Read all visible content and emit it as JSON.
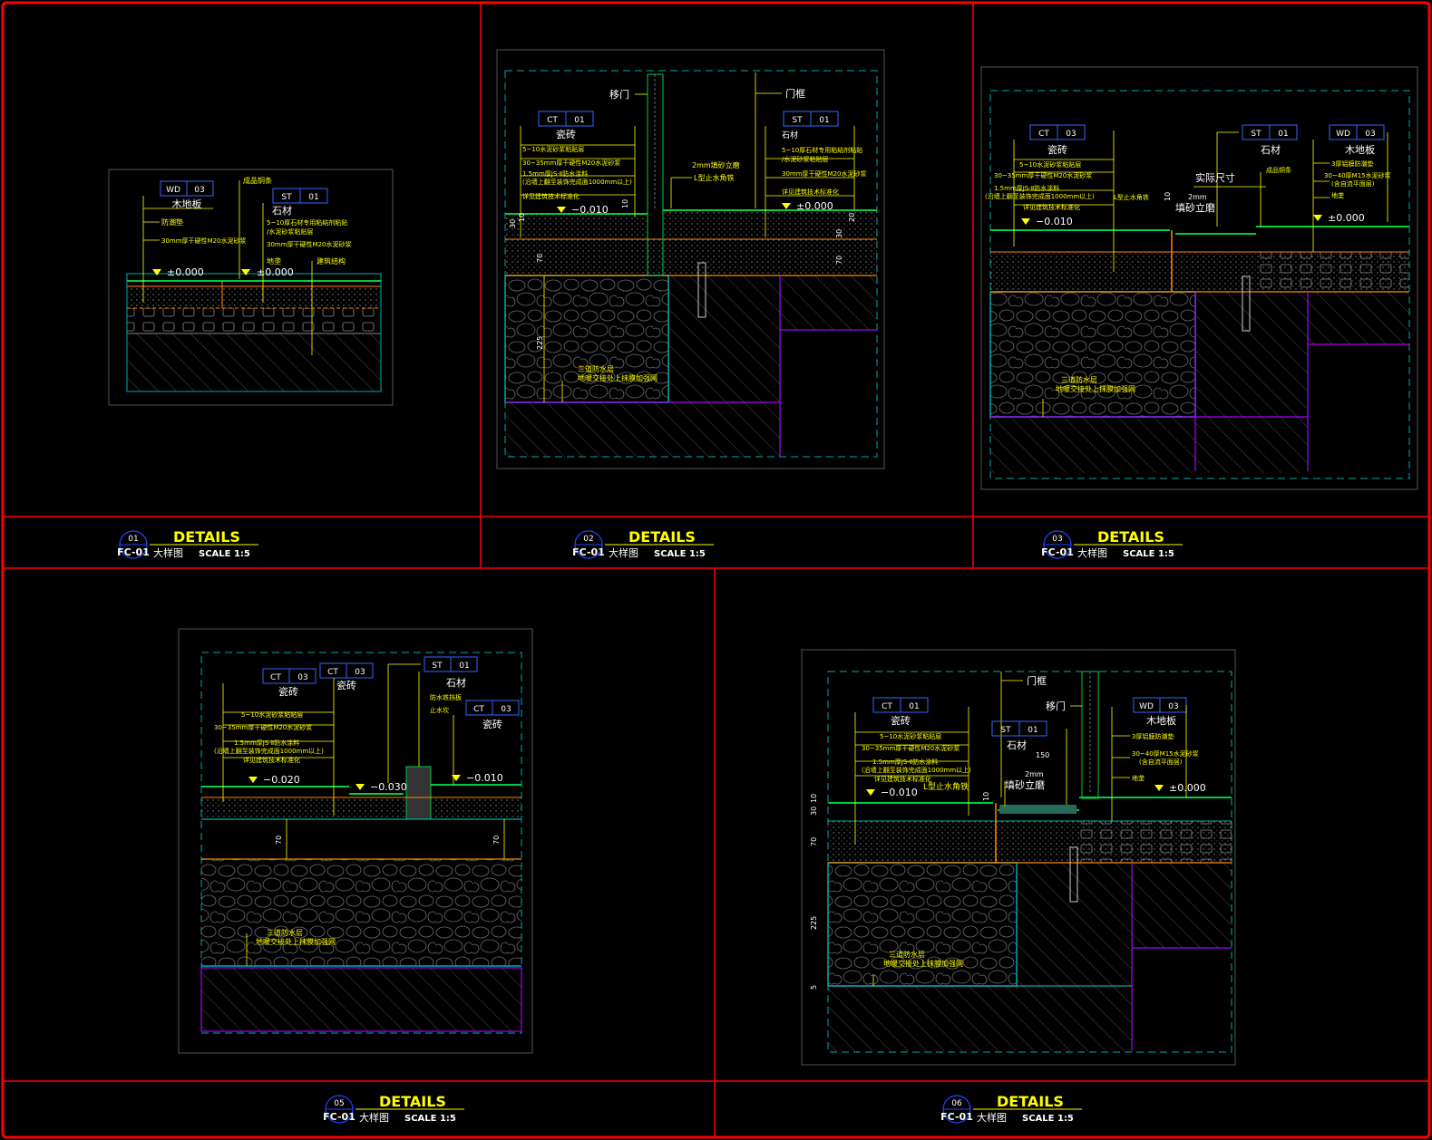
{
  "sheet": {
    "border_color": "#ff0000",
    "background": "#000000"
  },
  "title_blocks": [
    {
      "number": "01",
      "heading": "DETAILS",
      "sheet_ref": "FC-01",
      "subtitle": "大样图",
      "scale": "SCALE  1:5"
    },
    {
      "number": "02",
      "heading": "DETAILS",
      "sheet_ref": "FC-01",
      "subtitle": "大样图",
      "scale": "SCALE  1:5"
    },
    {
      "number": "03",
      "heading": "DETAILS",
      "sheet_ref": "FC-01",
      "subtitle": "大样图",
      "scale": "SCALE  1:5"
    },
    {
      "number": "05",
      "heading": "DETAILS",
      "sheet_ref": "FC-01",
      "subtitle": "大样图",
      "scale": "SCALE  1:5"
    },
    {
      "number": "06",
      "heading": "DETAILS",
      "sheet_ref": "FC-01",
      "subtitle": "大样图",
      "scale": "SCALE  1:5"
    }
  ],
  "details": {
    "d1": {
      "tag_wd": [
        "WD",
        "03"
      ],
      "tag_st": [
        "ST",
        "01"
      ],
      "wood_floor": "木地板",
      "finished_strip": "成品铜条",
      "moisture_pad": "防潮垫",
      "mortar_left": "30mm厚干硬性M20水泥砂浆",
      "stone": "石材",
      "stone_glue": "5~10厚石材专用粘结剂粘贴",
      "stone_glue2": "/水泥砂浆粘贴层",
      "mortar_right": "30mm厚干硬性M20水泥砂浆",
      "keel": "地垄",
      "structure": "建筑结构",
      "level_a": "±0.000",
      "level_b": "±0.000"
    },
    "d2": {
      "sliding_door": "移门",
      "door_frame": "门框",
      "tag_ct": [
        "CT",
        "01"
      ],
      "tag_st": [
        "ST",
        "01"
      ],
      "tile": "瓷砖",
      "tile_l1": "5~10水泥砂浆粘贴层",
      "tile_l2": "30~35mm厚干硬性M20水泥砂浆",
      "tile_l3": "1.5mm厚JS-Ⅱ防水涂料",
      "tile_l4": "(沿墙上翻至装饰完成面1000mm以上)",
      "tile_l5": "详见建筑技术标准化",
      "stone": "石材",
      "stone_l1": "5~10厚石材专用粘结剂粘贴",
      "stone_l2": "/水泥砂浆粘贴层",
      "stone_l3": "30mm厚干硬性M20水泥砂浆",
      "stone_l4": "详见建筑技术标准化",
      "sand_line": "2mm填砂立磨",
      "angle_iron": "L型止水角铁",
      "level_a": "−0.010",
      "level_b": "±0.000",
      "waterproof": "三道防水层",
      "waterproof2": "地暖交接处上抹膜加强网",
      "dims": [
        "30",
        "10",
        "70",
        "225",
        "10",
        "20",
        "30",
        "70"
      ]
    },
    "d3": {
      "tag_ct": [
        "CT",
        "03"
      ],
      "tag_st": [
        "ST",
        "01"
      ],
      "tag_wd": [
        "WD",
        "03"
      ],
      "tile": "瓷砖",
      "tile_l1": "5~10水泥砂浆粘贴层",
      "tile_l2": "30~35mm厚干硬性M20水泥砂浆",
      "tile_l3": "1.5mm厚JS-Ⅱ防水涂料",
      "tile_l4": "(沿墙上翻至装饰完成面1000mm以上)",
      "tile_l5": "详见建筑技术标准化",
      "stone": "石材",
      "wood": "木地板",
      "actual_size": "实际尺寸",
      "finished_strip": "成品铜条",
      "angle_iron": "L型止水角铁",
      "sand": "填砂立磨",
      "two_mm": "2mm",
      "wood_l1": "3厚铝膜防潮垫",
      "wood_l2": "30~40厚M15水泥砂浆",
      "wood_l3": "(含自流平面层)",
      "wood_l4": "地垄",
      "level_a": "−0.010",
      "level_b": "±0.000",
      "waterproof": "三道防水层",
      "waterproof2": "地暖交接处上抹膜加强网",
      "dim": "10"
    },
    "d5": {
      "tag_ct1": [
        "CT",
        "03"
      ],
      "tag_ct2": [
        "CT",
        "03"
      ],
      "tag_st": [
        "ST",
        "01"
      ],
      "tag_ct3": [
        "CT",
        "03"
      ],
      "tile": "瓷砖",
      "tile2": "瓷砖",
      "stone": "石材",
      "tile3": "瓷砖",
      "tile_l1": "5~10水泥砂浆粘贴层",
      "tile_l2": "30~35mm厚干硬性M20水泥砂浆",
      "tile_l3": "1.5mm厚JS-Ⅱ防水涂料",
      "tile_l4": "(沿墙上翻至装饰完成面1000mm以上)",
      "tile_l5": "详见建筑技术标准化",
      "stone_l1": "防水铁挡板",
      "stone_l2": "止水坎",
      "level_a": "−0.020",
      "level_b": "−0.030",
      "level_c": "−0.010",
      "waterproof": "三道防水层",
      "waterproof2": "地暖交接处上抹膜加强网",
      "dim_a": "70",
      "dim_b": "70"
    },
    "d6": {
      "door_frame": "门框",
      "sliding_door": "移门",
      "tag_ct": [
        "CT",
        "01"
      ],
      "tag_st": [
        "ST",
        "01"
      ],
      "tag_wd": [
        "WD",
        "03"
      ],
      "tile": "瓷砖",
      "tile_l1": "5~10水泥砂浆粘贴层",
      "tile_l2": "30~35mm厚干硬性M20水泥砂浆",
      "tile_l3": "1.5mm厚JS-Ⅱ防水涂料",
      "tile_l4": "(沿墙上翻至装饰完成面1000mm以上)",
      "tile_l5": "详见建筑技术标准化",
      "stone": "石材",
      "dim_150": "150",
      "two_mm": "2mm",
      "sand": "填砂立磨",
      "angle_iron": "L型止水角铁",
      "wood": "木地板",
      "wood_l1": "3厚铝膜防潮垫",
      "wood_l2": "30~40厚M15水泥砂浆",
      "wood_l3": "(含自流平面层)",
      "wood_l4": "地垄",
      "level_a": "−0.010",
      "level_b": "±0.000",
      "waterproof": "三道防水层",
      "waterproof2": "地暖交接处上抹膜加强网",
      "dims": [
        "30",
        "10",
        "70",
        "225",
        "5",
        "10"
      ]
    }
  }
}
